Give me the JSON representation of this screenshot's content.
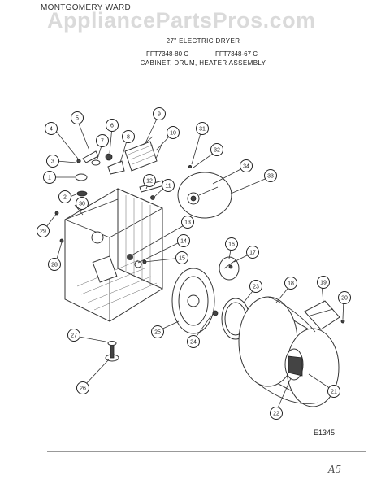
{
  "header": {
    "brand": "MONTGOMERY WARD",
    "title": "27\" ELECTRIC DRYER",
    "model_a": "FFT7348-80 C",
    "model_b": "FFT7348-67 C",
    "subtitle": "CABINET, DRUM, HEATER ASSEMBLY"
  },
  "watermark": "AppliancePartsPros.com",
  "diagram_code": "E1345",
  "signature": "A5",
  "callouts": [
    "1",
    "2",
    "3",
    "4",
    "5",
    "6",
    "7",
    "8",
    "9",
    "10",
    "11",
    "12",
    "13",
    "14",
    "15",
    "16",
    "17",
    "18",
    "19",
    "20",
    "21",
    "22",
    "23",
    "24",
    "25",
    "26",
    "27",
    "28",
    "29",
    "30",
    "31",
    "32",
    "33",
    "34"
  ]
}
